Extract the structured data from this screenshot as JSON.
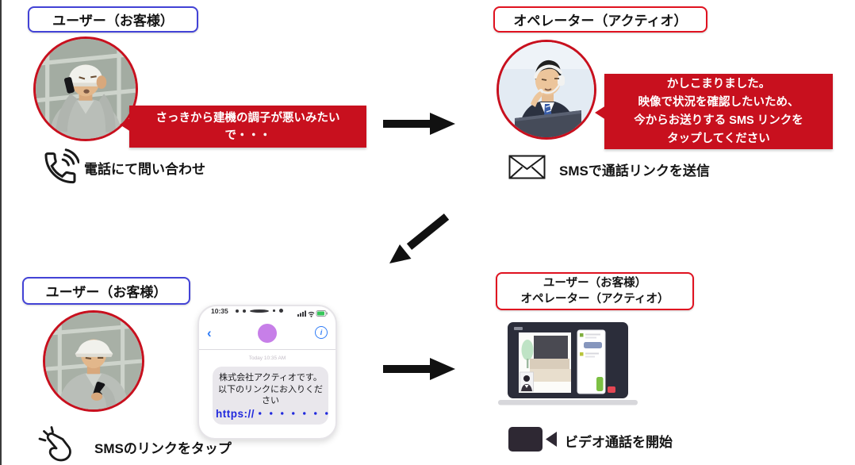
{
  "colors": {
    "accent_red": "#c8101e",
    "label_border_blue": "#4343d6",
    "label_border_red": "#e01220",
    "arrow_black": "#111111",
    "sms_link_blue": "#2029dd",
    "battery_green": "#35c759"
  },
  "icons": {
    "step1": "phone-call-icon",
    "step2": "envelope-icon",
    "step3": "tap-hand-icon",
    "step4": "video-camera-icon"
  },
  "top_left": {
    "label": "ユーザー（お客様）",
    "bubble": "さっきから建機の調子が悪いみたいで・・・",
    "caption": "電話にて問い合わせ"
  },
  "top_right": {
    "label": "オペレーター（アクティオ）",
    "bubble_lines": [
      "かしこまりました。",
      "映像で状況を確認したいため、",
      "今からお送りする SMS リンクを",
      "タップしてください"
    ],
    "caption": "SMSで通話リンクを送信"
  },
  "bottom_left": {
    "label": "ユーザー（お客様）",
    "caption": "SMSのリンクをタップ",
    "phone": {
      "time": "10:35",
      "back": "‹",
      "info": "i",
      "timestamp": "Today 10:35 AM",
      "message_lines": [
        "株式会社アクティオです。",
        "以下のリンクにお入りくだ",
        "さい"
      ],
      "link": "https://・・・・・・・・"
    }
  },
  "bottom_right": {
    "label_line1": "ユーザー（お客様）",
    "label_line2": "オペレーター（アクティオ）",
    "caption": "ビデオ通話を開始"
  }
}
